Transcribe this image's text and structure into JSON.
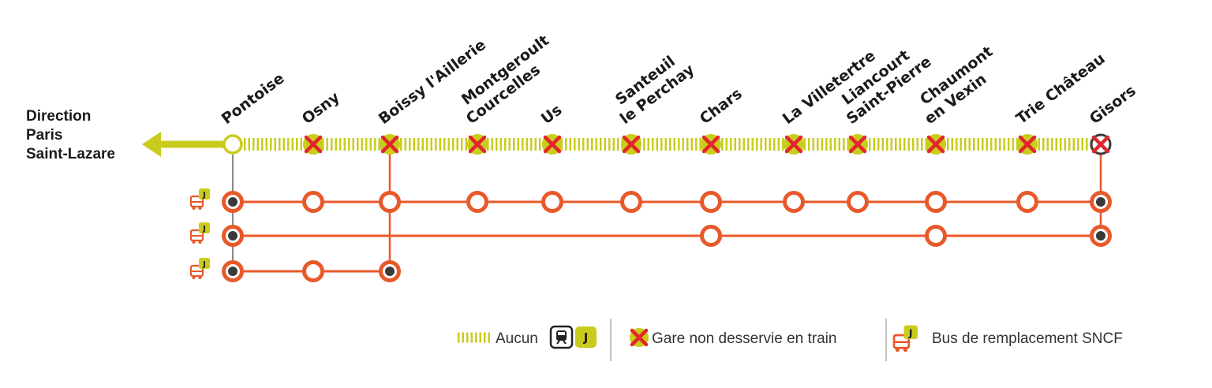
{
  "direction": {
    "line1": "Direction",
    "line2": "Paris",
    "line3": "Saint-Lazare"
  },
  "stations": [
    {
      "id": "pontoise",
      "lines": [
        "Pontoise"
      ],
      "served": true
    },
    {
      "id": "osny",
      "lines": [
        "Osny"
      ],
      "served": false
    },
    {
      "id": "boissy",
      "lines": [
        "Boissy l'Aillerie"
      ],
      "served": false
    },
    {
      "id": "montgeroult",
      "lines": [
        "Montgeroult",
        "Courcelles"
      ],
      "served": false
    },
    {
      "id": "us",
      "lines": [
        "Us"
      ],
      "served": false
    },
    {
      "id": "santeuil",
      "lines": [
        "Santeuil",
        "le Perchay"
      ],
      "served": false
    },
    {
      "id": "chars",
      "lines": [
        "Chars"
      ],
      "served": false
    },
    {
      "id": "villetertre",
      "lines": [
        "La Villetertre"
      ],
      "served": false
    },
    {
      "id": "liancourt",
      "lines": [
        "Liancourt",
        "Saint-Pierre"
      ],
      "served": false
    },
    {
      "id": "chaumont",
      "lines": [
        "Chaumont",
        "en Vexin"
      ],
      "served": false
    },
    {
      "id": "trie",
      "lines": [
        "Trie Château"
      ],
      "served": false
    },
    {
      "id": "gisors",
      "lines": [
        "Gisors"
      ],
      "served": false
    }
  ],
  "bus_routes": [
    {
      "id": "omnibus",
      "stops": [
        "pontoise",
        "osny",
        "boissy",
        "montgeroult",
        "us",
        "santeuil",
        "chars",
        "villetertre",
        "liancourt",
        "chaumont",
        "trie",
        "gisors"
      ],
      "hubs": [
        "pontoise",
        "gisors"
      ]
    },
    {
      "id": "semi-direct",
      "stops": [
        "pontoise",
        "chars",
        "chaumont",
        "gisors"
      ],
      "hubs": [
        "pontoise",
        "gisors"
      ]
    },
    {
      "id": "short",
      "stops": [
        "pontoise",
        "osny",
        "boissy"
      ],
      "hubs": [
        "pontoise",
        "boissy"
      ]
    }
  ],
  "bus_badge_letter": "J",
  "legend": {
    "no_train_label": "Aucun",
    "badge_letter": "J",
    "not_served_label": "Gare non desservie en train",
    "bus_label": "Bus de remplacement SNCF"
  },
  "colors": {
    "rail": "#c9cc1c",
    "bus": "#e8592a",
    "cross": "#e3262b",
    "hub": "#3a3a3a",
    "text": "#1a1a1a"
  }
}
